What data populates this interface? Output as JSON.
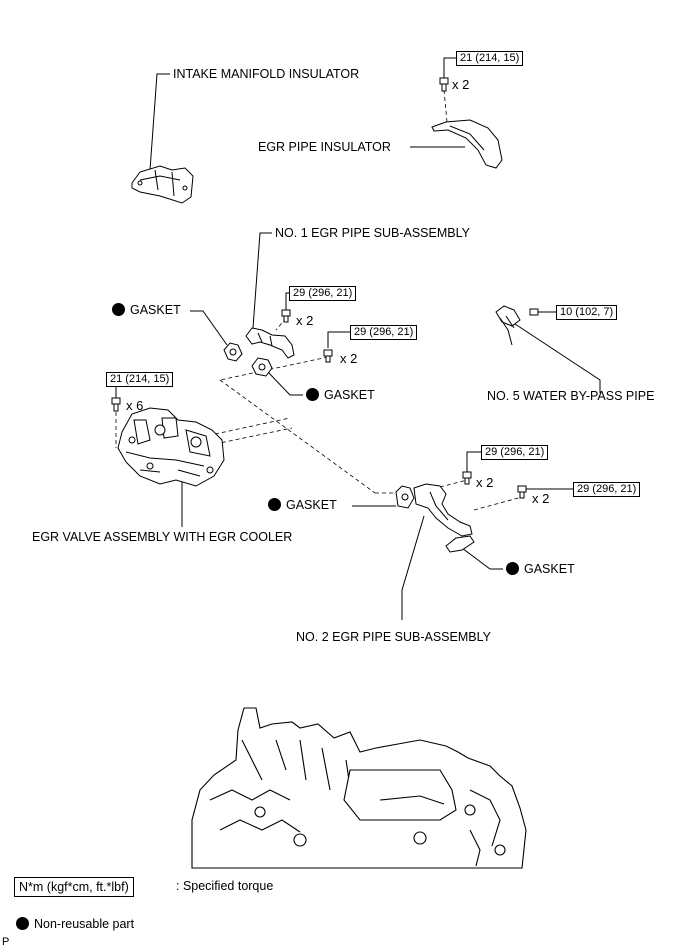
{
  "labels": {
    "intake_manifold_insulator": "INTAKE MANIFOLD INSULATOR",
    "egr_pipe_insulator": "EGR PIPE INSULATOR",
    "no1_egr_pipe": "NO. 1 EGR PIPE SUB-ASSEMBLY",
    "gasket": "GASKET",
    "no5_water_bypass": "NO. 5 WATER BY-PASS PIPE",
    "egr_valve_assembly": "EGR VALVE ASSEMBLY WITH EGR COOLER",
    "no2_egr_pipe": "NO. 2 EGR PIPE SUB-ASSEMBLY"
  },
  "torques": {
    "t_21_214_15": "21 (214, 15)",
    "t_29_296_21": "29 (296, 21)",
    "t_10_102_7": "10 (102, 7)"
  },
  "quantities": {
    "x2": "x 2",
    "x6": "x 6"
  },
  "legend": {
    "torque_unit": "N*m (kgf*cm, ft.*lbf)",
    "torque_desc": ": Specified torque",
    "nonreusable_desc": "Non-reusable part"
  },
  "corner_code": "P"
}
